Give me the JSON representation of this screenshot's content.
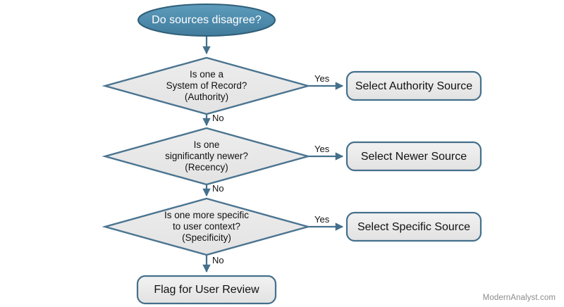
{
  "diagram": {
    "type": "flowchart",
    "title": "Do sources disagree?",
    "background": "#ffffff",
    "colors": {
      "start_fill": "#4d8aab",
      "start_stroke": "#2f5f78",
      "start_text": "#ffffff",
      "decision_fill": "#e9e9e9",
      "decision_stroke": "#4a7490",
      "process_fill": "#e9e9e9",
      "process_stroke": "#44708c",
      "connector": "#44708c",
      "label_text": "#111111",
      "watermark": "#8b8b8b"
    },
    "nodes": {
      "start": {
        "shape": "ellipse",
        "label": "Do sources disagree?"
      },
      "decision_authority": {
        "shape": "diamond",
        "label": "Is one a\nSystem of Record?\n(Authority)"
      },
      "decision_recency": {
        "shape": "diamond",
        "label": "Is one\nsignificantly newer?\n(Recency)"
      },
      "decision_specificity": {
        "shape": "diamond",
        "label": "Is one more specific\nto user context?\n(Specificity)"
      },
      "result_authority": {
        "shape": "rounded-rect",
        "label": "Select Authority Source"
      },
      "result_newer": {
        "shape": "rounded-rect",
        "label": "Select Newer Source"
      },
      "result_specific": {
        "shape": "rounded-rect",
        "label": "Select Specific Source"
      },
      "result_flag": {
        "shape": "rounded-rect",
        "label": "Flag for User Review"
      }
    },
    "edges": {
      "start_to_authority": {
        "label": ""
      },
      "authority_yes": {
        "label": "Yes"
      },
      "authority_no": {
        "label": "No"
      },
      "recency_yes": {
        "label": "Yes"
      },
      "recency_no": {
        "label": "No"
      },
      "specificity_yes": {
        "label": "Yes"
      },
      "specificity_no": {
        "label": "No"
      }
    },
    "watermark": "ModernAnalyst.com"
  }
}
